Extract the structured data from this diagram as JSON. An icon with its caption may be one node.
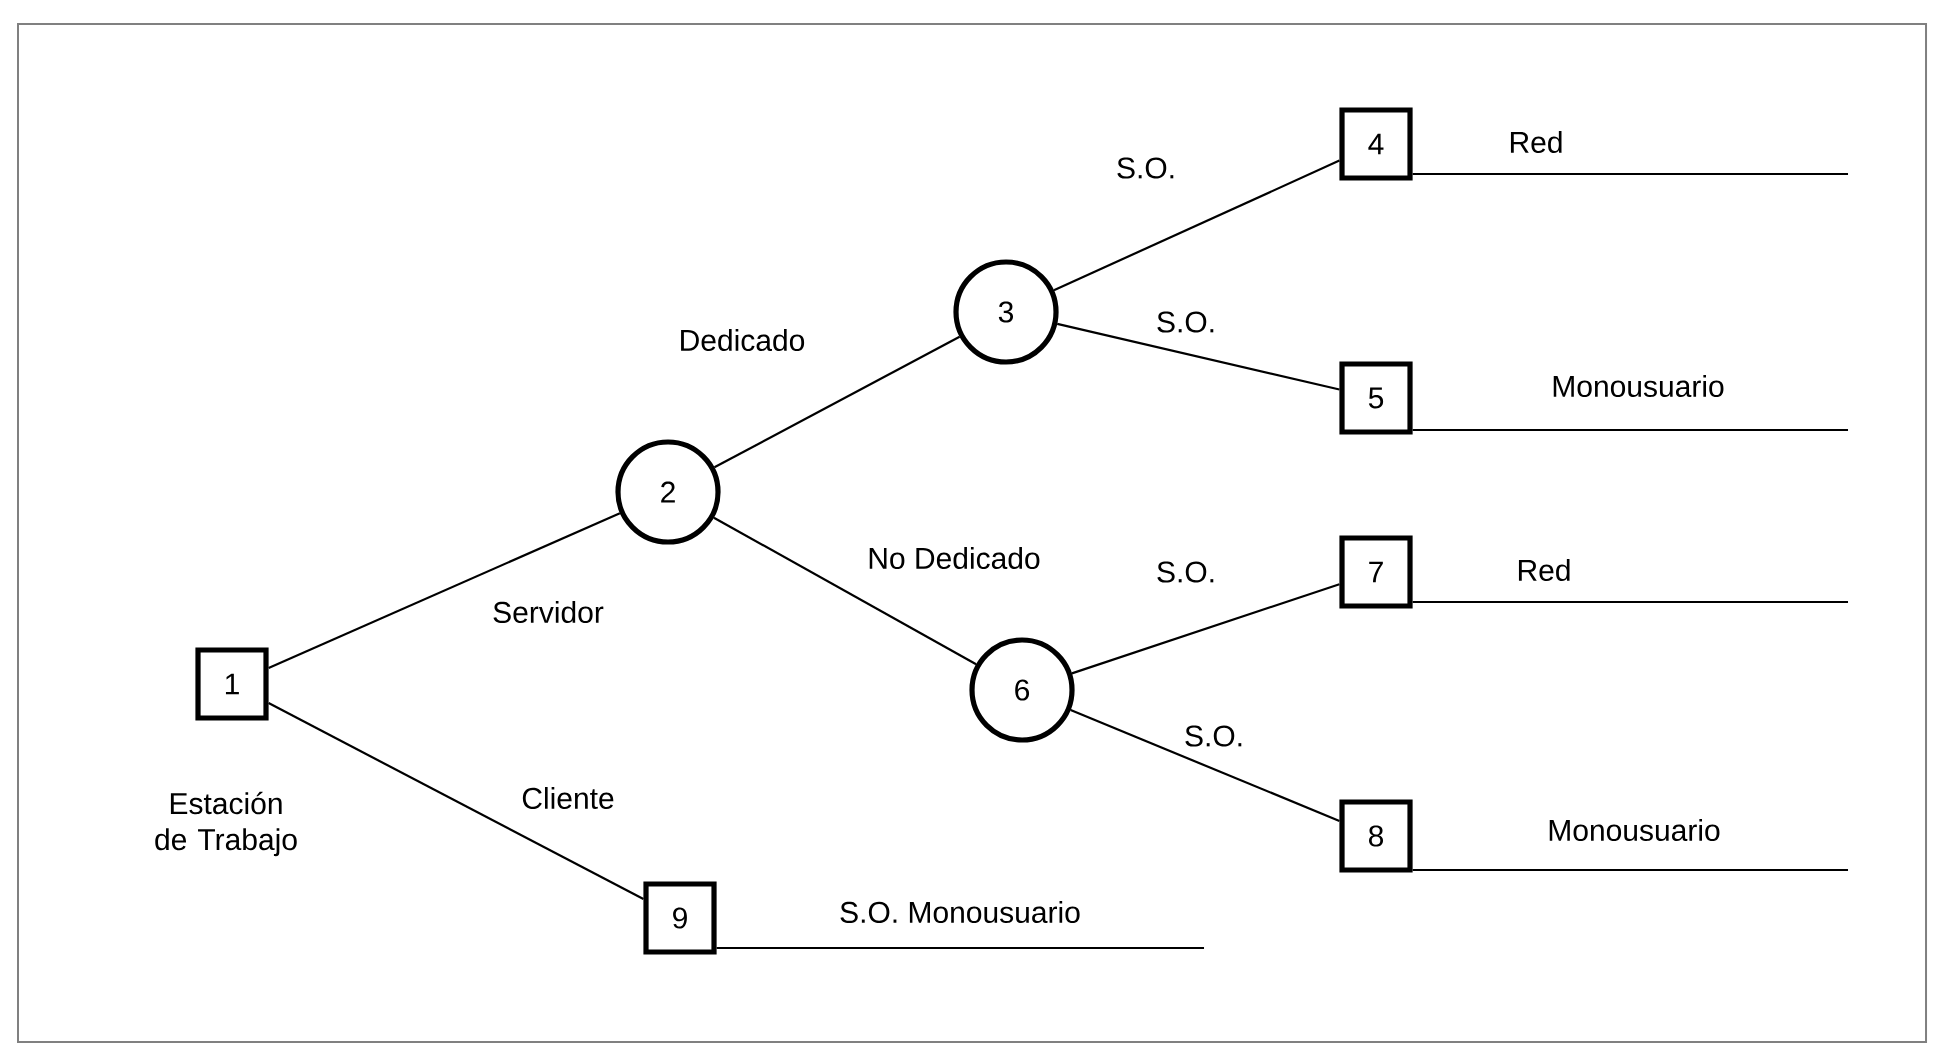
{
  "diagram": {
    "nodes": [
      {
        "text": [
          "1"
        ],
        "beside": [
          "Estación de Trabajo"
        ]
      },
      {
        "text": [
          "2"
        ]
      },
      {
        "text": [
          "3"
        ]
      },
      {
        "text": [
          "4"
        ]
      },
      {
        "text": [
          "5"
        ]
      },
      {
        "text": [
          "6"
        ]
      },
      {
        "text": [
          "7"
        ]
      },
      {
        "text": [
          "8"
        ]
      },
      {
        "text": [
          "9"
        ]
      }
    ],
    "edges": [
      {
        "from": 0,
        "to": 1,
        "arrow": "none",
        "label": "Servidor"
      },
      {
        "from": 0,
        "to": 8,
        "arrow": "none",
        "label": "Cliente"
      },
      {
        "from": 1,
        "to": 2,
        "arrow": "none",
        "label": "Dedicado"
      },
      {
        "from": 1,
        "to": 5,
        "arrow": "none",
        "label": "No Dedicado"
      },
      {
        "from": 2,
        "to": 3,
        "arrow": "none",
        "label": "S.O."
      },
      {
        "from": 2,
        "to": 4,
        "arrow": "none",
        "label": "S.O."
      },
      {
        "from": 5,
        "to": 6,
        "arrow": "none",
        "label": "S.O."
      },
      {
        "from": 5,
        "to": 7,
        "arrow": "none",
        "label": "S.O."
      },
      {
        "from": 3,
        "to": null,
        "arrow": "none",
        "label": "Red"
      },
      {
        "from": 4,
        "to": null,
        "arrow": "none",
        "label": "Monousuario"
      },
      {
        "from": 6,
        "to": null,
        "arrow": "none",
        "label": "Red"
      },
      {
        "from": 7,
        "to": null,
        "arrow": "none",
        "label": "Monousuario"
      },
      {
        "from": 8,
        "to": null,
        "arrow": "none",
        "label": "S.O. Monousuario"
      }
    ]
  }
}
